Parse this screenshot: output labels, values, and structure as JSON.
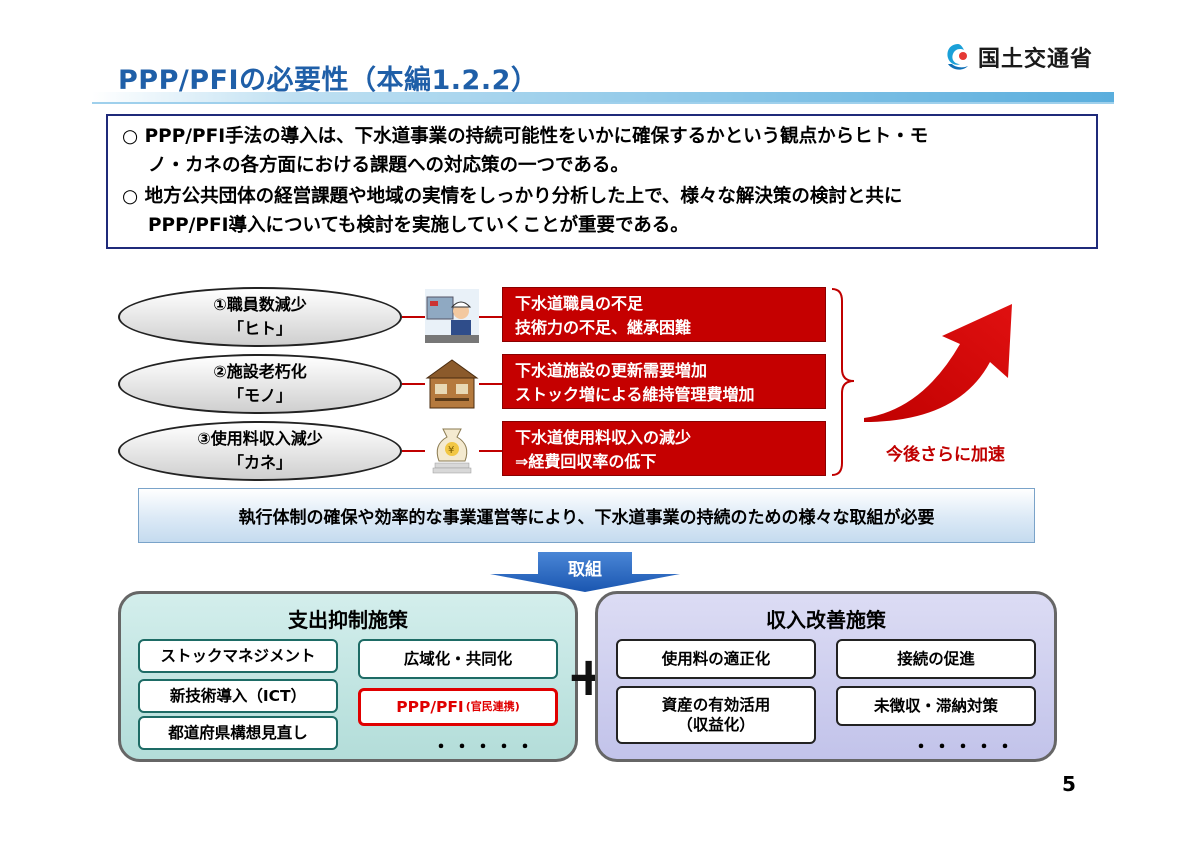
{
  "header": {
    "title": "PPP/PFIの必要性（本編1.2.2）",
    "logo_text": "国土交通省"
  },
  "summary": {
    "line1": "○ PPP/PFI手法の導入は、下水道事業の持続可能性をいかに確保するかという観点からヒト・モ",
    "line2": "ノ・カネの各方面における課題への対応策の一つである。",
    "line3": "○ 地方公共団体の経営課題や地域の実情をしっかり分析した上で、様々な解決策の検討と共に",
    "line4": "PPP/PFI導入についても検討を実施していくことが重要である。"
  },
  "issues": [
    {
      "label1": "①職員数減少",
      "label2": "「ヒト」",
      "desc1": "下水道職員の不足",
      "desc2": "技術力の不足、継承困難",
      "icon": "worker-icon"
    },
    {
      "label1": "②施設老朽化",
      "label2": "「モノ」",
      "desc1": "下水道施設の更新需要増加",
      "desc2": "ストック増による維持管理費増加",
      "icon": "facility-icon"
    },
    {
      "label1": "③使用料収入減少",
      "label2": "「カネ」",
      "desc1": "下水道使用料収入の減少",
      "desc2": "⇒経費回収率の低下",
      "icon": "money-bag-icon"
    }
  ],
  "accelerate_label": "今後さらに加速",
  "banner_text": "執行体制の確保や効率的な事業運営等により、下水道事業の持続のための様々な取組が必要",
  "arrow_label": "取組",
  "expense": {
    "title": "支出抑制施策",
    "items": [
      "ストックマネジメント",
      "新技術導入（ICT）",
      "都道府県構想見直し",
      "広域化・共同化"
    ],
    "ppp_main": "PPP/PFI",
    "ppp_sub": "(官民連携)",
    "dots": "・・・・・"
  },
  "plus": "+",
  "revenue": {
    "title": "収入改善施策",
    "items": [
      "使用料の適正化",
      "接続の促進",
      "未徴収・滞納対策"
    ],
    "asset_line1": "資産の有効活用",
    "asset_line2": "（収益化）",
    "dots": "・・・・・"
  },
  "page_number": "5",
  "colors": {
    "title_blue": "#1f5fa8",
    "red": "#c50000",
    "summary_border": "#1f2a7a",
    "expense_bg": "#bfe3e0",
    "revenue_bg": "#cfd0ef"
  }
}
